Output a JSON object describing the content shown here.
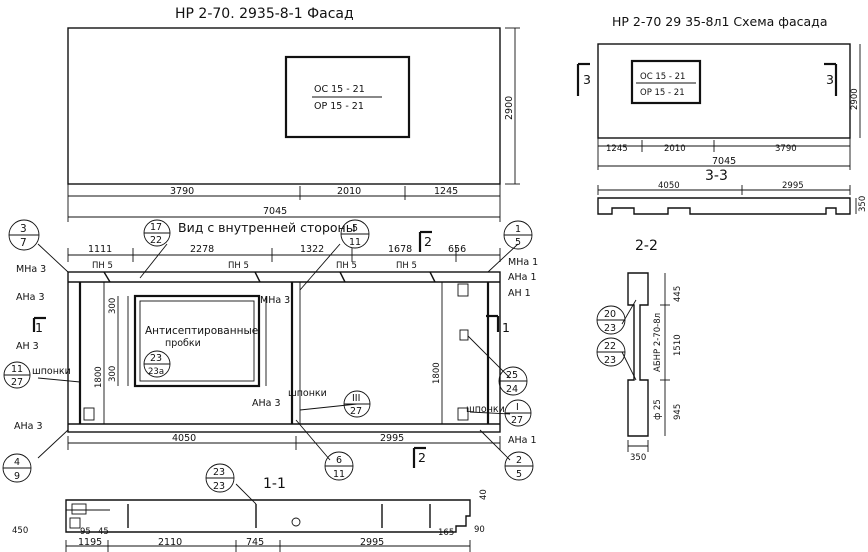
{
  "titles": {
    "main_facade": "НР 2-70. 2935-8-1 Фасад",
    "schema_facade": "НР 2-70 29 35-8л1 Схема фасада",
    "inner_view": "Вид с внутренней стороны",
    "section_1_1": "1-1",
    "section_2_2": "2-2",
    "section_3_3": "3-3"
  },
  "facade": {
    "window_line1": "ОС 15 - 21",
    "window_line2": "ОР 15 - 21",
    "height_dim": "2900",
    "bottom_dims": [
      "3790",
      "2010",
      "1245"
    ],
    "total_dim": "7045"
  },
  "schema": {
    "window_line1": "ОС 15 - 21",
    "window_line2": "ОР 15 - 21",
    "height_dim": "2900",
    "cut_left": "3",
    "cut_right": "3",
    "dims": [
      "1245",
      "2010",
      "3790"
    ],
    "total_dim": "7045"
  },
  "section33": {
    "dims": [
      "4050",
      "2995"
    ],
    "height_dim": "350"
  },
  "inner": {
    "top_dims": [
      "1111",
      "2278",
      "1322",
      "1678",
      "656"
    ],
    "bottom_dims": [
      "4050",
      "2995"
    ],
    "pn_labels": [
      "ПН 5",
      "ПН 5",
      "ПН 5",
      "ПН 5"
    ],
    "window_note_line1": "Антисептированные",
    "window_note_line2": "пробки",
    "left_labels": [
      "МНа 3",
      "АНа 3",
      "АН 3",
      "шпонки",
      "АНа 3"
    ],
    "right_labels": [
      "МНа 1",
      "АНа 1",
      "АН 1",
      "шпонки",
      "АНа 1"
    ],
    "mid_labels": [
      "МНа 3",
      "АНа 3",
      "шпонки"
    ],
    "left_heights": [
      "300",
      "1800",
      "300"
    ],
    "right_height": "1800",
    "cut_mark_top": "2",
    "cut_mark_bottom": "2",
    "cut_mark_left": "1",
    "cut_mark_right": "1",
    "callouts": [
      {
        "top": "3",
        "bottom": "7"
      },
      {
        "top": "17",
        "bottom": "22"
      },
      {
        "top": "5",
        "bottom": "11"
      },
      {
        "top": "1",
        "bottom": "5"
      },
      {
        "top": "11",
        "bottom": "27"
      },
      {
        "top": "23",
        "bottom": "23a"
      },
      {
        "top": "III",
        "bottom": "27"
      },
      {
        "top": "25",
        "bottom": "24"
      },
      {
        "top": "I",
        "bottom": "27"
      },
      {
        "top": "4",
        "bottom": "9"
      },
      {
        "top": "6",
        "bottom": "11"
      },
      {
        "top": "2",
        "bottom": "5"
      }
    ]
  },
  "section22": {
    "dims": [
      "445",
      "1510",
      "945"
    ],
    "width_dim": "350",
    "label": "АБНР 2-70-8л",
    "bar_label": "ф 25",
    "callouts": [
      {
        "top": "20",
        "bottom": "23"
      },
      {
        "top": "22",
        "bottom": "23"
      }
    ]
  },
  "section11": {
    "dims": [
      "1195",
      "2110",
      "745",
      "2995"
    ],
    "small_dims": [
      "450",
      "95",
      "45",
      "165",
      "90",
      "40"
    ],
    "callout": {
      "top": "23",
      "bottom": "23"
    }
  }
}
